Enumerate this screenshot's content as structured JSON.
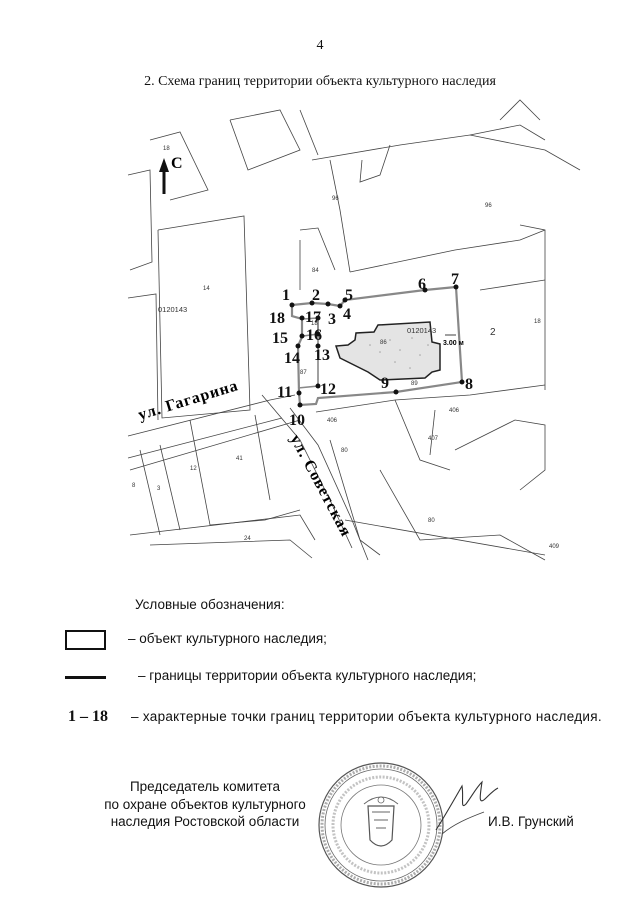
{
  "page_number": "4",
  "heading": "2. Схема границ территории объекта культурного наследия",
  "map": {
    "north_label": "С",
    "street_gagarina": "ул. Гагарина",
    "street_sovetskaya": "ул. Советская",
    "scale_label": "3.00 м",
    "cadastral_block": "0120143",
    "cadastral_block_2": "0120143",
    "parcel_labels": [
      "18",
      "14",
      "96",
      "96",
      "84",
      "2",
      "18",
      "86",
      "87",
      "89",
      "406",
      "406",
      "407",
      "80",
      "80",
      "409",
      "12",
      "41",
      "8",
      "3",
      "24",
      "18"
    ],
    "point_labels": [
      "1",
      "2",
      "3",
      "4",
      "5",
      "6",
      "7",
      "8",
      "9",
      "10",
      "11",
      "12",
      "13",
      "14",
      "15",
      "16",
      "17",
      "18"
    ]
  },
  "legend": {
    "title": "Условные обозначения:",
    "object_text": "– объект культурного наследия;",
    "boundary_text": "– границы территории объекта культурного наследия;",
    "points_symbol": "1 – 18",
    "points_text": "– характерные точки границ территории объекта культурного наследия."
  },
  "signature": {
    "position": "Председатель комитета\nпо охране объектов культурного\nнаследия Ростовской области",
    "name": "И.В. Грунский"
  }
}
